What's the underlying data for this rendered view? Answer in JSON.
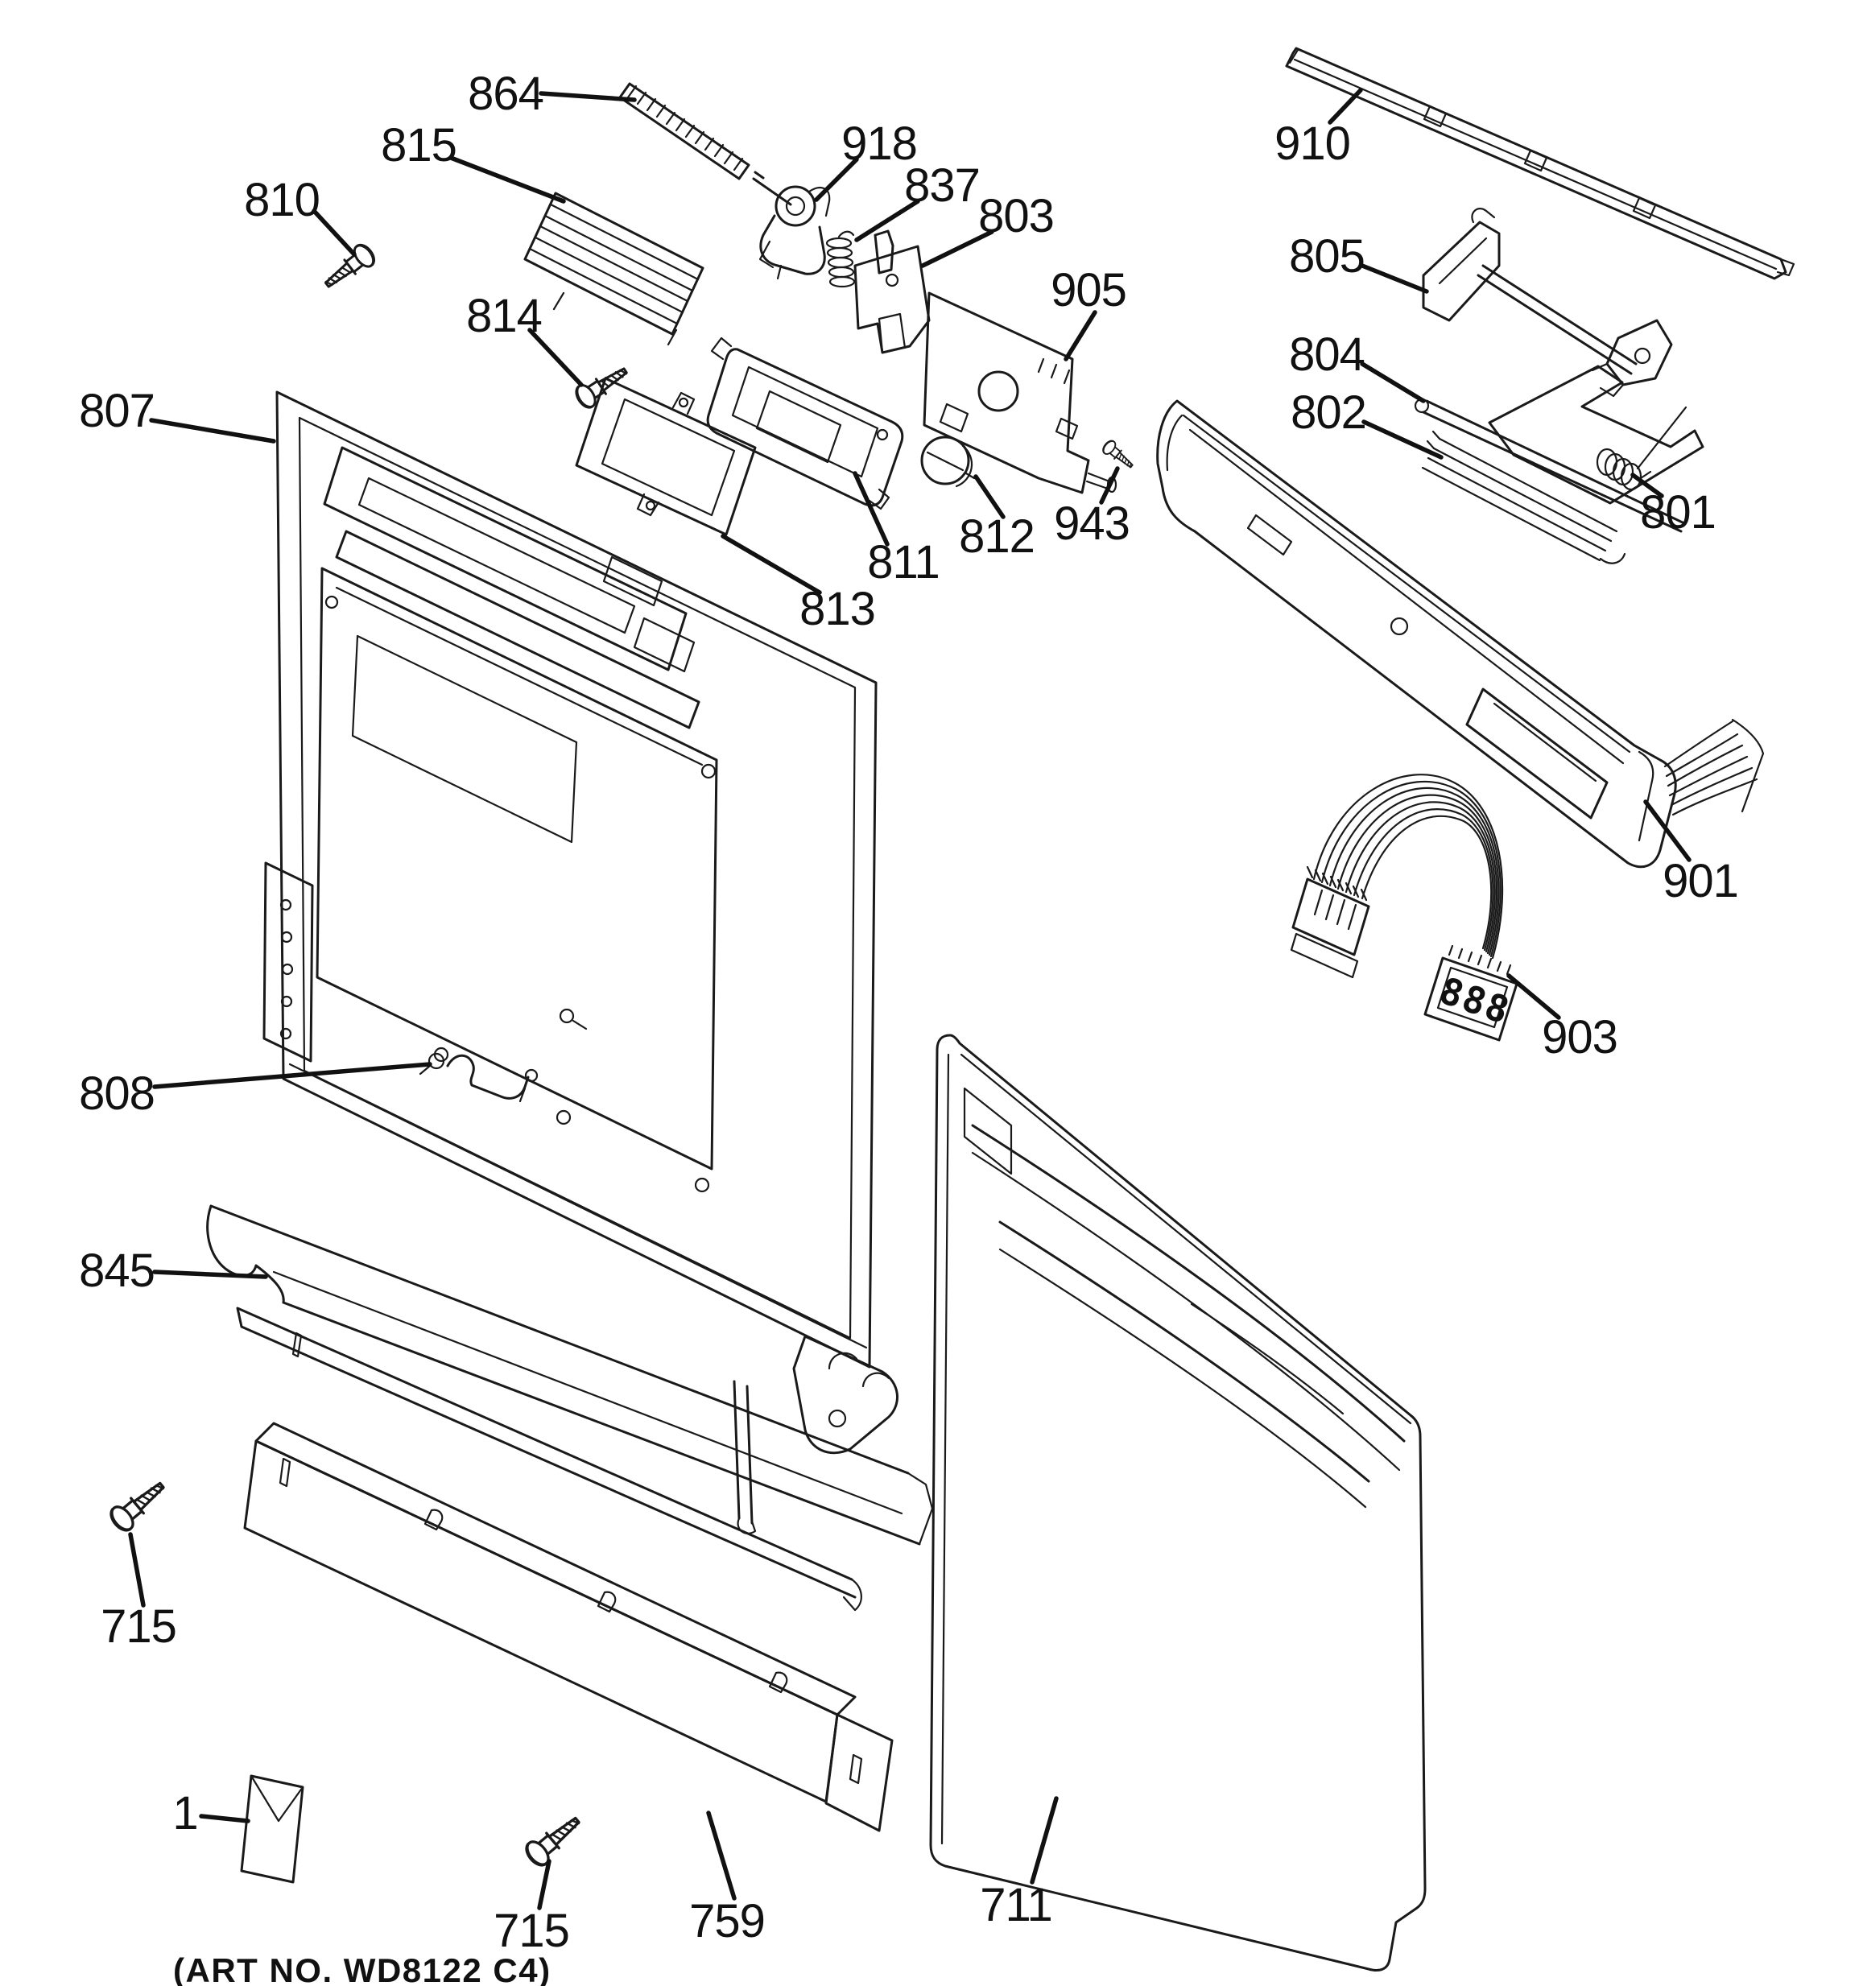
{
  "art_no": "(ART NO. WD8122 C4)",
  "display": {
    "digits": "888"
  },
  "ink_color": "#1a1a1a",
  "labels": {
    "n864": {
      "text": "864"
    },
    "n815": {
      "text": "815"
    },
    "n810": {
      "text": "810"
    },
    "n918": {
      "text": "918"
    },
    "n837": {
      "text": "837"
    },
    "n803": {
      "text": "803"
    },
    "n905": {
      "text": "905"
    },
    "n910": {
      "text": "910"
    },
    "n805": {
      "text": "805"
    },
    "n804": {
      "text": "804"
    },
    "n802": {
      "text": "802"
    },
    "n801": {
      "text": "801"
    },
    "n807": {
      "text": "807"
    },
    "n814": {
      "text": "814"
    },
    "n813": {
      "text": "813"
    },
    "n811": {
      "text": "811"
    },
    "n812": {
      "text": "812"
    },
    "n943": {
      "text": "943"
    },
    "n901": {
      "text": "901"
    },
    "n903": {
      "text": "903"
    },
    "n808": {
      "text": "808"
    },
    "n845": {
      "text": "845"
    },
    "n715a": {
      "text": "715"
    },
    "n1": {
      "text": "1"
    },
    "n715b": {
      "text": "715"
    },
    "n759": {
      "text": "759"
    },
    "n711": {
      "text": "711"
    }
  }
}
